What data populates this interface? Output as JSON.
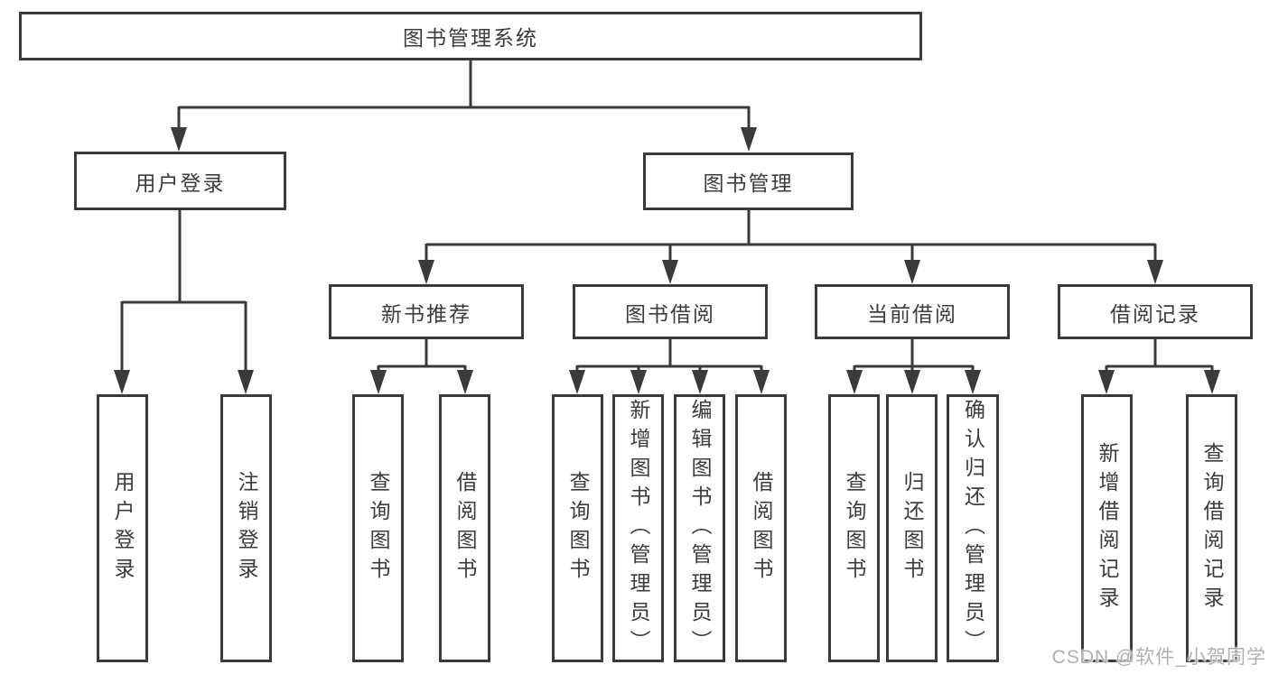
{
  "diagram": {
    "type": "hierarchy",
    "title": "图书管理系统",
    "colors": {
      "line": "#3a3a3a",
      "box_border": "#3a3a3a",
      "text": "#3c3c3c",
      "background": "#ffffff",
      "watermark": "#b0b0b0"
    },
    "nodes": {
      "root": {
        "label": "图书管理系统",
        "children": [
          "user_login",
          "book_management"
        ]
      },
      "user_login": {
        "label": "用户登录",
        "children": [
          "login",
          "logout"
        ]
      },
      "book_management": {
        "label": "图书管理",
        "children": [
          "new_book_recommend",
          "book_borrow",
          "current_borrow",
          "borrow_records"
        ]
      },
      "login": {
        "label": "用户登录"
      },
      "logout": {
        "label": "注销登录"
      },
      "new_book_recommend": {
        "label": "新书推荐",
        "children": [
          "nb_query",
          "nb_borrow"
        ]
      },
      "book_borrow": {
        "label": "图书借阅",
        "children": [
          "bb_query",
          "bb_add",
          "bb_edit",
          "bb_borrow"
        ]
      },
      "current_borrow": {
        "label": "当前借阅",
        "children": [
          "cb_query",
          "cb_return",
          "cb_confirm"
        ]
      },
      "borrow_records": {
        "label": "借阅记录",
        "children": [
          "br_add",
          "br_query"
        ]
      },
      "nb_query": {
        "label": "查询图书"
      },
      "nb_borrow": {
        "label": "借阅图书"
      },
      "bb_query": {
        "label": "查询图书"
      },
      "bb_add": {
        "label": "新增图书（管理员）"
      },
      "bb_edit": {
        "label": "编辑图书（管理员）"
      },
      "bb_borrow": {
        "label": "借阅图书"
      },
      "cb_query": {
        "label": "查询图书"
      },
      "cb_return": {
        "label": "归还图书"
      },
      "cb_confirm": {
        "label": "确认归还（管理员）"
      },
      "br_add": {
        "label": "新增借阅记录"
      },
      "br_query": {
        "label": "查询借阅记录"
      }
    }
  },
  "watermark": {
    "text": "CSDN @软件_小贺同学"
  }
}
